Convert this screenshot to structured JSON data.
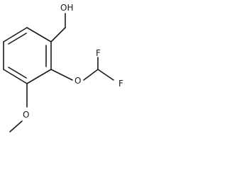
{
  "molecule": {
    "atoms": {
      "hydroxyl": "OH",
      "ether_oxygen": "O",
      "fluorine_upper": "F",
      "fluorine_lower": "F",
      "methoxy_oxygen": "O"
    }
  }
}
